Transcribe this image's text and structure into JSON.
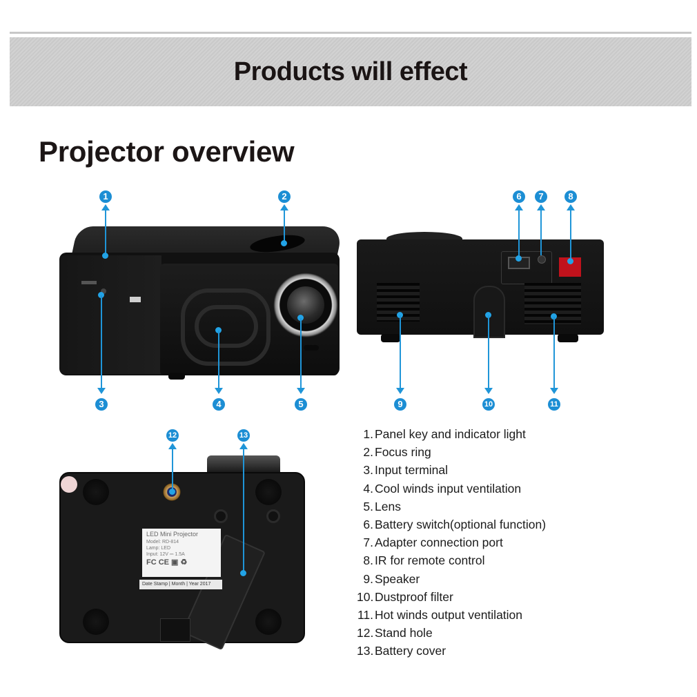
{
  "banner": {
    "title": "Products will effect"
  },
  "section": {
    "title": "Projector overview"
  },
  "callouts": {
    "c1": "1",
    "c2": "2",
    "c3": "3",
    "c4": "4",
    "c5": "5",
    "c6": "6",
    "c7": "7",
    "c8": "8",
    "c9": "9",
    "c10": "10",
    "c11": "11",
    "c12": "12",
    "c13": "13"
  },
  "callout_color": "#1c8ed4",
  "legend": {
    "items": [
      {
        "num": "1.",
        "label": "Panel key and indicator light"
      },
      {
        "num": "2.",
        "label": "Focus ring"
      },
      {
        "num": "3.",
        "label": "Input terminal"
      },
      {
        "num": "4.",
        "label": "Cool winds input ventilation"
      },
      {
        "num": "5.",
        "label": "Lens"
      },
      {
        "num": "6.",
        "label": "Battery switch(optional function)"
      },
      {
        "num": "7.",
        "label": "Adapter connection port"
      },
      {
        "num": "8.",
        "label": "IR for remote control"
      },
      {
        "num": "9.",
        "label": "Speaker"
      },
      {
        "num": "10.",
        "label": "Dustproof filter"
      },
      {
        "num": "11.",
        "label": "Hot winds output ventilation"
      },
      {
        "num": "12.",
        "label": "Stand hole"
      },
      {
        "num": "13.",
        "label": "Battery cover"
      }
    ]
  },
  "product_label": {
    "title": "LED Mini Projector",
    "line1": "Model: RD-814",
    "line2": "Lamp: LED",
    "line3": "Input: 12V ⎓ 1.5A",
    "marks": "FC CE ▣ ♻",
    "strip": "Date Stamp | Month | Year 2017"
  }
}
